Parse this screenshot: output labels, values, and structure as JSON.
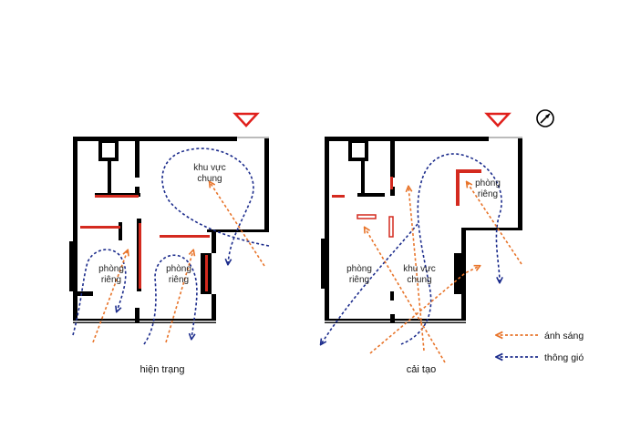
{
  "colors": {
    "wall": "#000000",
    "new_wall": "#d42a1f",
    "light_arrow": "#e8742a",
    "wind_arrow": "#1c2c8c",
    "entrance_marker": "#e0201c"
  },
  "icons": {
    "entrance": "triangle-down-outline",
    "north": "compass-circle"
  },
  "plans": [
    {
      "caption": "hiện trạng",
      "rooms": [
        {
          "line1": "khu vực",
          "line2": "chung"
        },
        {
          "line1": "phòng",
          "line2": "riêng"
        },
        {
          "line1": "phòng",
          "line2": "riêng"
        }
      ]
    },
    {
      "caption": "cải tạo",
      "rooms": [
        {
          "line1": "phòng",
          "line2": "riêng"
        },
        {
          "line1": "khu vực",
          "line2": "chung"
        },
        {
          "line1": "phòng",
          "line2": "riêng"
        }
      ]
    }
  ],
  "legend": {
    "light": "ánh sáng",
    "wind": "thông gió"
  }
}
